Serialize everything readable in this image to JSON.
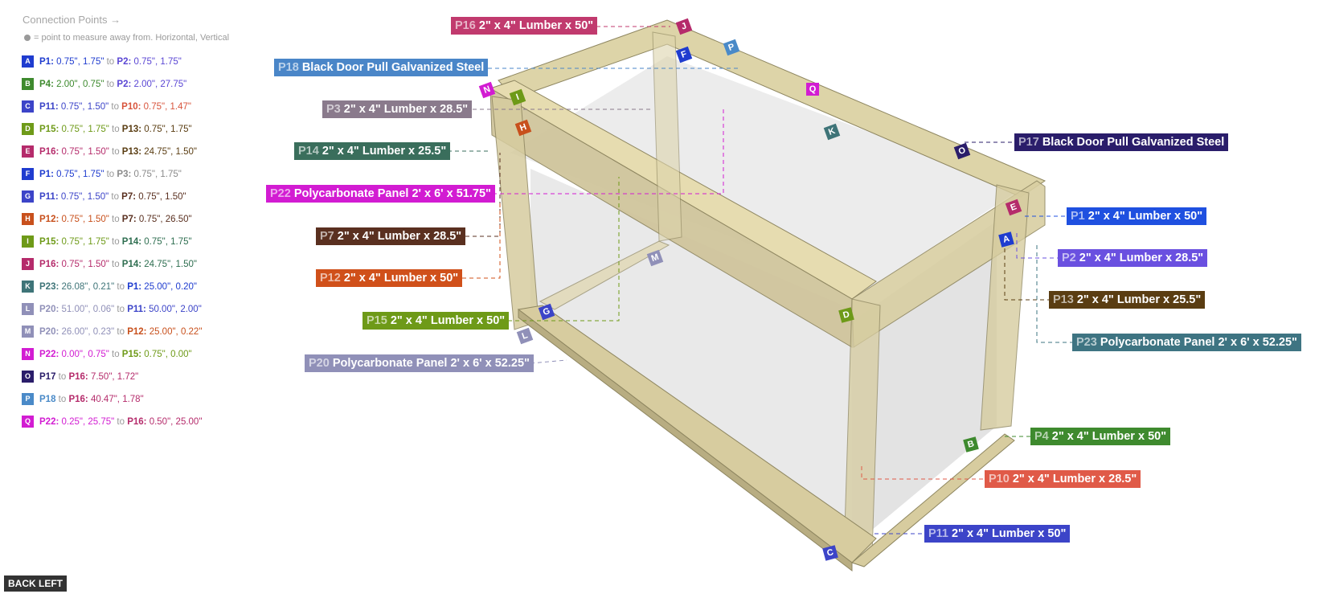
{
  "header": {
    "title": "Connection Points →",
    "subtitle": "= point to measure away from. Horizontal, Vertical"
  },
  "connections": [
    {
      "letter": "A",
      "color": "#1f3ccf",
      "from": "P1:",
      "from_coords": "0.75\", 1.75\"",
      "from_color": "#1f3ccf",
      "to": "P2:",
      "to_coords": "0.75\", 1.75\"",
      "to_color": "#5a46d4"
    },
    {
      "letter": "B",
      "color": "#3e8a2e",
      "from": "P4:",
      "from_coords": "2.00\", 0.75\"",
      "from_color": "#3e8a2e",
      "to": "P2:",
      "to_coords": "2.00\", 27.75\"",
      "to_color": "#5a46d4"
    },
    {
      "letter": "C",
      "color": "#3c44c8",
      "from": "P11:",
      "from_coords": "0.75\", 1.50\"",
      "from_color": "#3c44c8",
      "to": "P10:",
      "to_coords": "0.75\", 1.47\"",
      "to_color": "#d8543c"
    },
    {
      "letter": "D",
      "color": "#6e9a18",
      "from": "P15:",
      "from_coords": "0.75\", 1.75\"",
      "from_color": "#6e9a18",
      "to": "P13:",
      "to_coords": "0.75\", 1.75\"",
      "to_color": "#5a3d12"
    },
    {
      "letter": "E",
      "color": "#b52b6b",
      "from": "P16:",
      "from_coords": "0.75\", 1.50\"",
      "from_color": "#b52b6b",
      "to": "P13:",
      "to_coords": "24.75\", 1.50\"",
      "to_color": "#5a3d12"
    },
    {
      "letter": "F",
      "color": "#1f3ccf",
      "from": "P1:",
      "from_coords": "0.75\", 1.75\"",
      "from_color": "#1f3ccf",
      "to": "P3:",
      "to_coords": "0.75\", 1.75\"",
      "to_color": "#8a8a8a"
    },
    {
      "letter": "G",
      "color": "#3c44c8",
      "from": "P11:",
      "from_coords": "0.75\", 1.50\"",
      "from_color": "#3c44c8",
      "to": "P7:",
      "to_coords": "0.75\", 1.50\"",
      "to_color": "#5a3020"
    },
    {
      "letter": "H",
      "color": "#c8501c",
      "from": "P12:",
      "from_coords": "0.75\", 1.50\"",
      "from_color": "#c8501c",
      "to": "P7:",
      "to_coords": "0.75\", 26.50\"",
      "to_color": "#5a3020"
    },
    {
      "letter": "I",
      "color": "#6e9a18",
      "from": "P15:",
      "from_coords": "0.75\", 1.75\"",
      "from_color": "#6e9a18",
      "to": "P14:",
      "to_coords": "0.75\", 1.75\"",
      "to_color": "#2e6e50"
    },
    {
      "letter": "J",
      "color": "#b52b6b",
      "from": "P16:",
      "from_coords": "0.75\", 1.50\"",
      "from_color": "#b52b6b",
      "to": "P14:",
      "to_coords": "24.75\", 1.50\"",
      "to_color": "#2e6e50"
    },
    {
      "letter": "K",
      "color": "#3e7478",
      "from": "P23:",
      "from_coords": "26.08\", 0.21\"",
      "from_color": "#3e7478",
      "to": "P1:",
      "to_coords": "25.00\", 0.20\"",
      "to_color": "#1f3ccf"
    },
    {
      "letter": "L",
      "color": "#9090b8",
      "from": "P20:",
      "from_coords": "51.00\", 0.06\"",
      "from_color": "#9090b8",
      "to": "P11:",
      "to_coords": "50.00\", 2.00\"",
      "to_color": "#3c44c8"
    },
    {
      "letter": "M",
      "color": "#9090b8",
      "from": "P20:",
      "from_coords": "26.00\", 0.23\"",
      "from_color": "#9090b8",
      "to": "P12:",
      "to_coords": "25.00\", 0.22\"",
      "to_color": "#c8501c"
    },
    {
      "letter": "N",
      "color": "#d21cd2",
      "from": "P22:",
      "from_coords": "0.00\", 0.75\"",
      "from_color": "#d21cd2",
      "to": "P15:",
      "to_coords": "0.75\", 0.00\"",
      "to_color": "#6e9a18"
    },
    {
      "letter": "O",
      "color": "#2a1d6a",
      "from": "P17",
      "from_coords": "",
      "from_color": "#2a1d6a",
      "to": "P16:",
      "to_coords": "7.50\", 1.72\"",
      "to_color": "#b52b6b"
    },
    {
      "letter": "P",
      "color": "#4a8ac8",
      "from": "P18",
      "from_coords": "",
      "from_color": "#4a8ac8",
      "to": "P16:",
      "to_coords": "40.47\", 1.78\"",
      "to_color": "#b52b6b"
    },
    {
      "letter": "Q",
      "color": "#d21cd2",
      "from": "P22:",
      "from_coords": "0.25\", 25.75\"",
      "from_color": "#d21cd2",
      "to": "P16:",
      "to_coords": "0.50\", 25.00\"",
      "to_color": "#b52b6b"
    }
  ],
  "connector_word": "to",
  "parts": [
    {
      "id": "P16",
      "name": "2\" x 4\" Lumber  x 50\"",
      "color": "#c13a6e"
    },
    {
      "id": "P18",
      "name": "Black Door Pull Galvanized Steel",
      "color": "#4a86c8"
    },
    {
      "id": "P3",
      "name": "2\" x 4\" Lumber  x 28.5\"",
      "color": "#8a7a8c"
    },
    {
      "id": "P14",
      "name": "2\" x 4\" Lumber  x 25.5\"",
      "color": "#3a6e5c"
    },
    {
      "id": "P22",
      "name": "Polycarbonate Panel 2' x 6'  x 51.75\"",
      "color": "#d21cd2"
    },
    {
      "id": "P7",
      "name": "2\" x 4\" Lumber  x 28.5\"",
      "color": "#5a3020"
    },
    {
      "id": "P12",
      "name": "2\" x 4\" Lumber  x 50\"",
      "color": "#d0501a"
    },
    {
      "id": "P15",
      "name": "2\" x 4\" Lumber  x 50\"",
      "color": "#6e9a18"
    },
    {
      "id": "P20",
      "name": "Polycarbonate Panel 2' x 6'  x 52.25\"",
      "color": "#9090b8"
    },
    {
      "id": "P17",
      "name": "Black Door Pull Galvanized Steel",
      "color": "#2a1d6a"
    },
    {
      "id": "P1",
      "name": "2\" x 4\" Lumber  x 50\"",
      "color": "#1f50e0"
    },
    {
      "id": "P2",
      "name": "2\" x 4\" Lumber  x 28.5\"",
      "color": "#6a50e0"
    },
    {
      "id": "P13",
      "name": "2\" x 4\" Lumber  x 25.5\"",
      "color": "#5a3d12"
    },
    {
      "id": "P23",
      "name": "Polycarbonate Panel 2' x 6'  x 52.25\"",
      "color": "#3e7482"
    },
    {
      "id": "P4",
      "name": "2\" x 4\" Lumber  x 50\"",
      "color": "#3e8a2e"
    },
    {
      "id": "P10",
      "name": "2\" x 4\" Lumber  x 28.5\"",
      "color": "#e05a48"
    },
    {
      "id": "P11",
      "name": "2\" x 4\" Lumber  x 50\"",
      "color": "#3c44c8"
    }
  ],
  "view_button": "BACK LEFT"
}
